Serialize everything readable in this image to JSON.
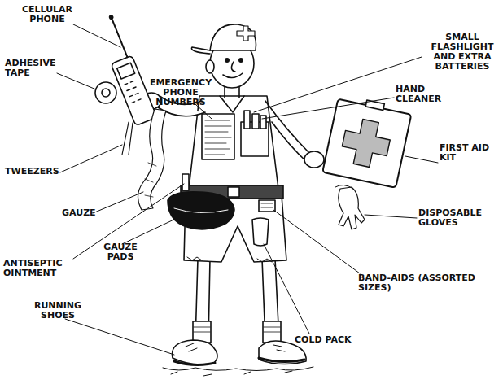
{
  "diagram": {
    "labels": [
      "CELLULAR PHONE",
      "ADHESIVE TAPE",
      "TWEEZERS",
      "GAUZE",
      "ANTISEPTIC OINTMENT",
      "GAUZE PADS",
      "EMERGENCY PHONE NUMBERS",
      "SMALL FLASHLIGHT AND EXTRA BATTERIES",
      "HAND CLEANER",
      "FIRST AID KIT",
      "DISPOSABLE GLOVES",
      "BAND-AIDS (ASSORTED SIZES)",
      "COLD PACK",
      "RUNNING SHOES"
    ]
  }
}
